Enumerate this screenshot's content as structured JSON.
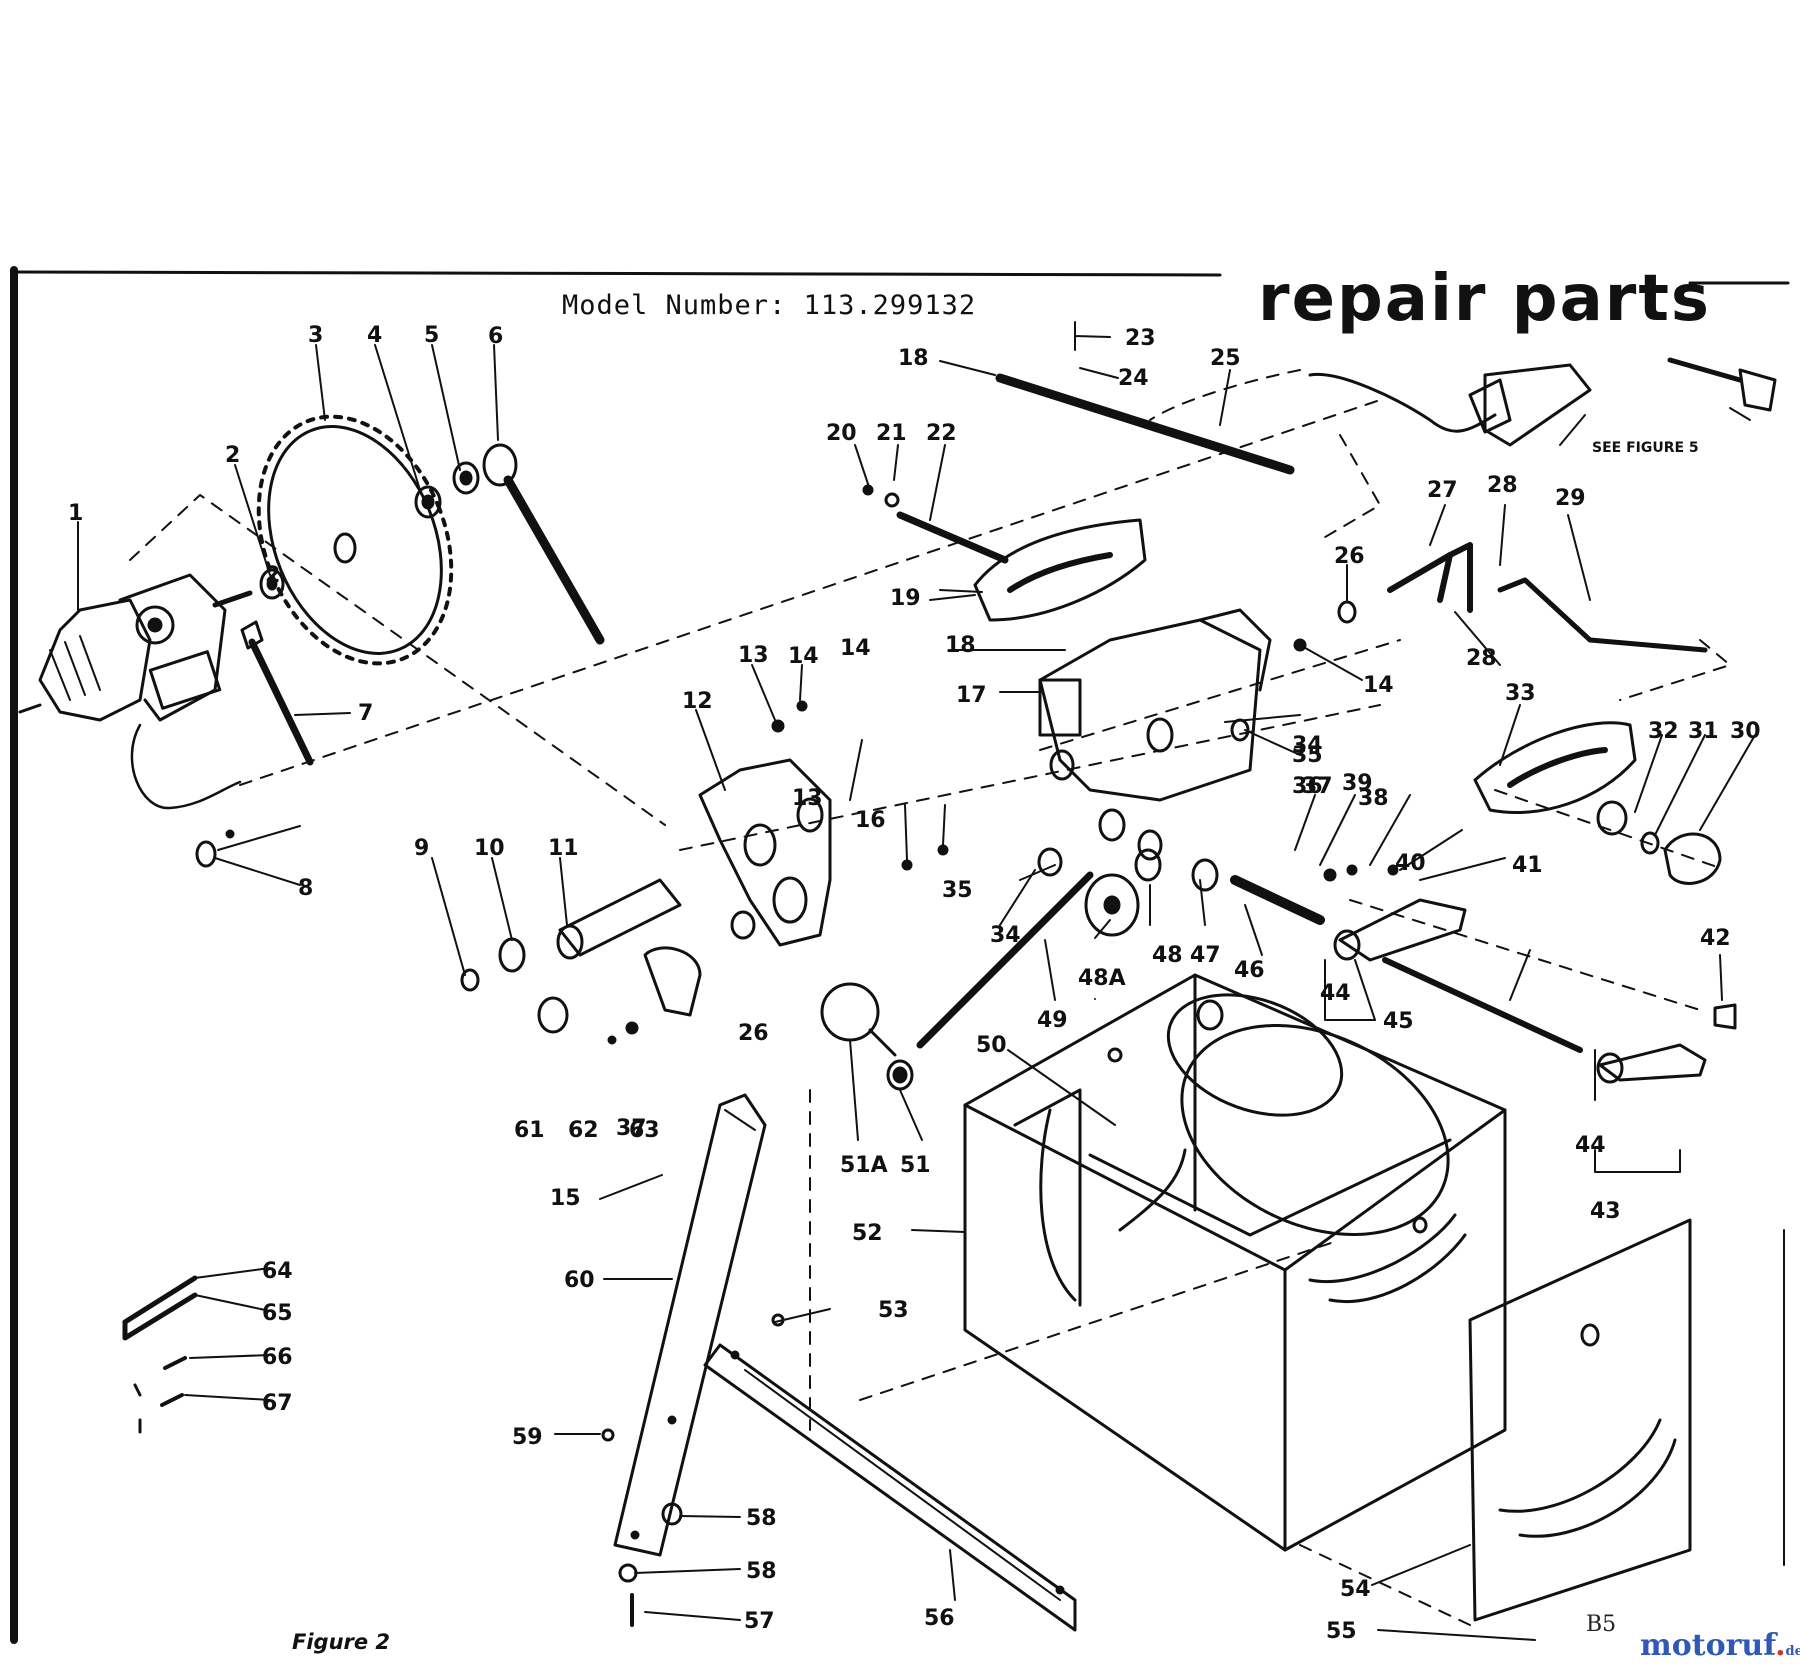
{
  "header": {
    "model_label": "Model Number: 113.299132",
    "title": "repair parts"
  },
  "figure_label": "Figure 2",
  "see_figure_note": "SEE FIGURE 5",
  "sheet_code": "B5",
  "watermark": {
    "main": "motoruf",
    "dot": ".",
    "tld": "de"
  },
  "callouts": [
    "1",
    "2",
    "2",
    "3",
    "4",
    "5",
    "6",
    "7",
    "8",
    "9",
    "10",
    "11",
    "12",
    "13",
    "13",
    "14",
    "14",
    "14",
    "15",
    "16",
    "17",
    "18",
    "18",
    "19",
    "20",
    "21",
    "22",
    "23",
    "24",
    "25",
    "26",
    "26",
    "27",
    "28",
    "28",
    "29",
    "30",
    "31",
    "32",
    "33",
    "34",
    "34",
    "35",
    "35",
    "36",
    "37",
    "37",
    "38",
    "39",
    "40",
    "41",
    "42",
    "43",
    "44",
    "44",
    "45",
    "46",
    "47",
    "48",
    "48A",
    "49",
    "50",
    "51",
    "51A",
    "52",
    "53",
    "54",
    "55",
    "56",
    "57",
    "58",
    "58",
    "59",
    "60",
    "61",
    "62",
    "63",
    "64",
    "65",
    "66",
    "67"
  ],
  "colors": {
    "ink": "#111111",
    "paper": "#ffffff",
    "watermark_blue": "#2f59b5",
    "watermark_red": "#d8322b"
  }
}
